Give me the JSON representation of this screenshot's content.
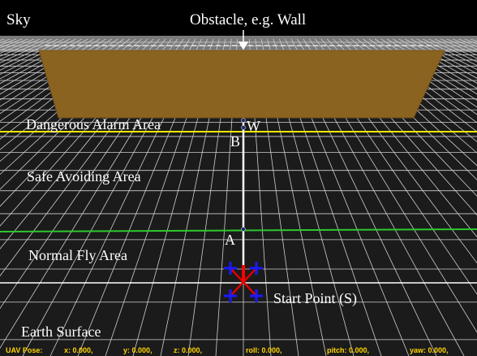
{
  "labels": {
    "sky": "Sky",
    "obstacle": "Obstacle, e.g. Wall",
    "dangerous": "Dangerous Alarm Area",
    "w": "W",
    "b": "B",
    "safe": "Safe Avoiding Area",
    "a": "A",
    "normal": "Normal Fly Area",
    "start": "Start Point (S)",
    "earth": "Earth Surface"
  },
  "uav_pose": {
    "label": "UAV Pose:",
    "x": "x: 0.000,",
    "y": "y: 0.000,",
    "z": "z: 0.000,",
    "roll": "roll: 0.000,",
    "pitch": "pitch: 0.000,",
    "yaw": "yaw: 0.000,"
  },
  "colors": {
    "sky": "#000000",
    "ground": "#1a1a1a",
    "grid": "#d8d8d8",
    "wall": "#8b6321",
    "danger_line": "#f2e600",
    "safe_line": "#2ec82e",
    "start_line": "#ffffff",
    "drone_arms": "#e00000",
    "drone_rotors": "#1a1aff",
    "drone_heading": "#ff0000",
    "pose_text": "#ffd400"
  },
  "icons": [
    "down-arrow-icon",
    "drone-icon"
  ]
}
